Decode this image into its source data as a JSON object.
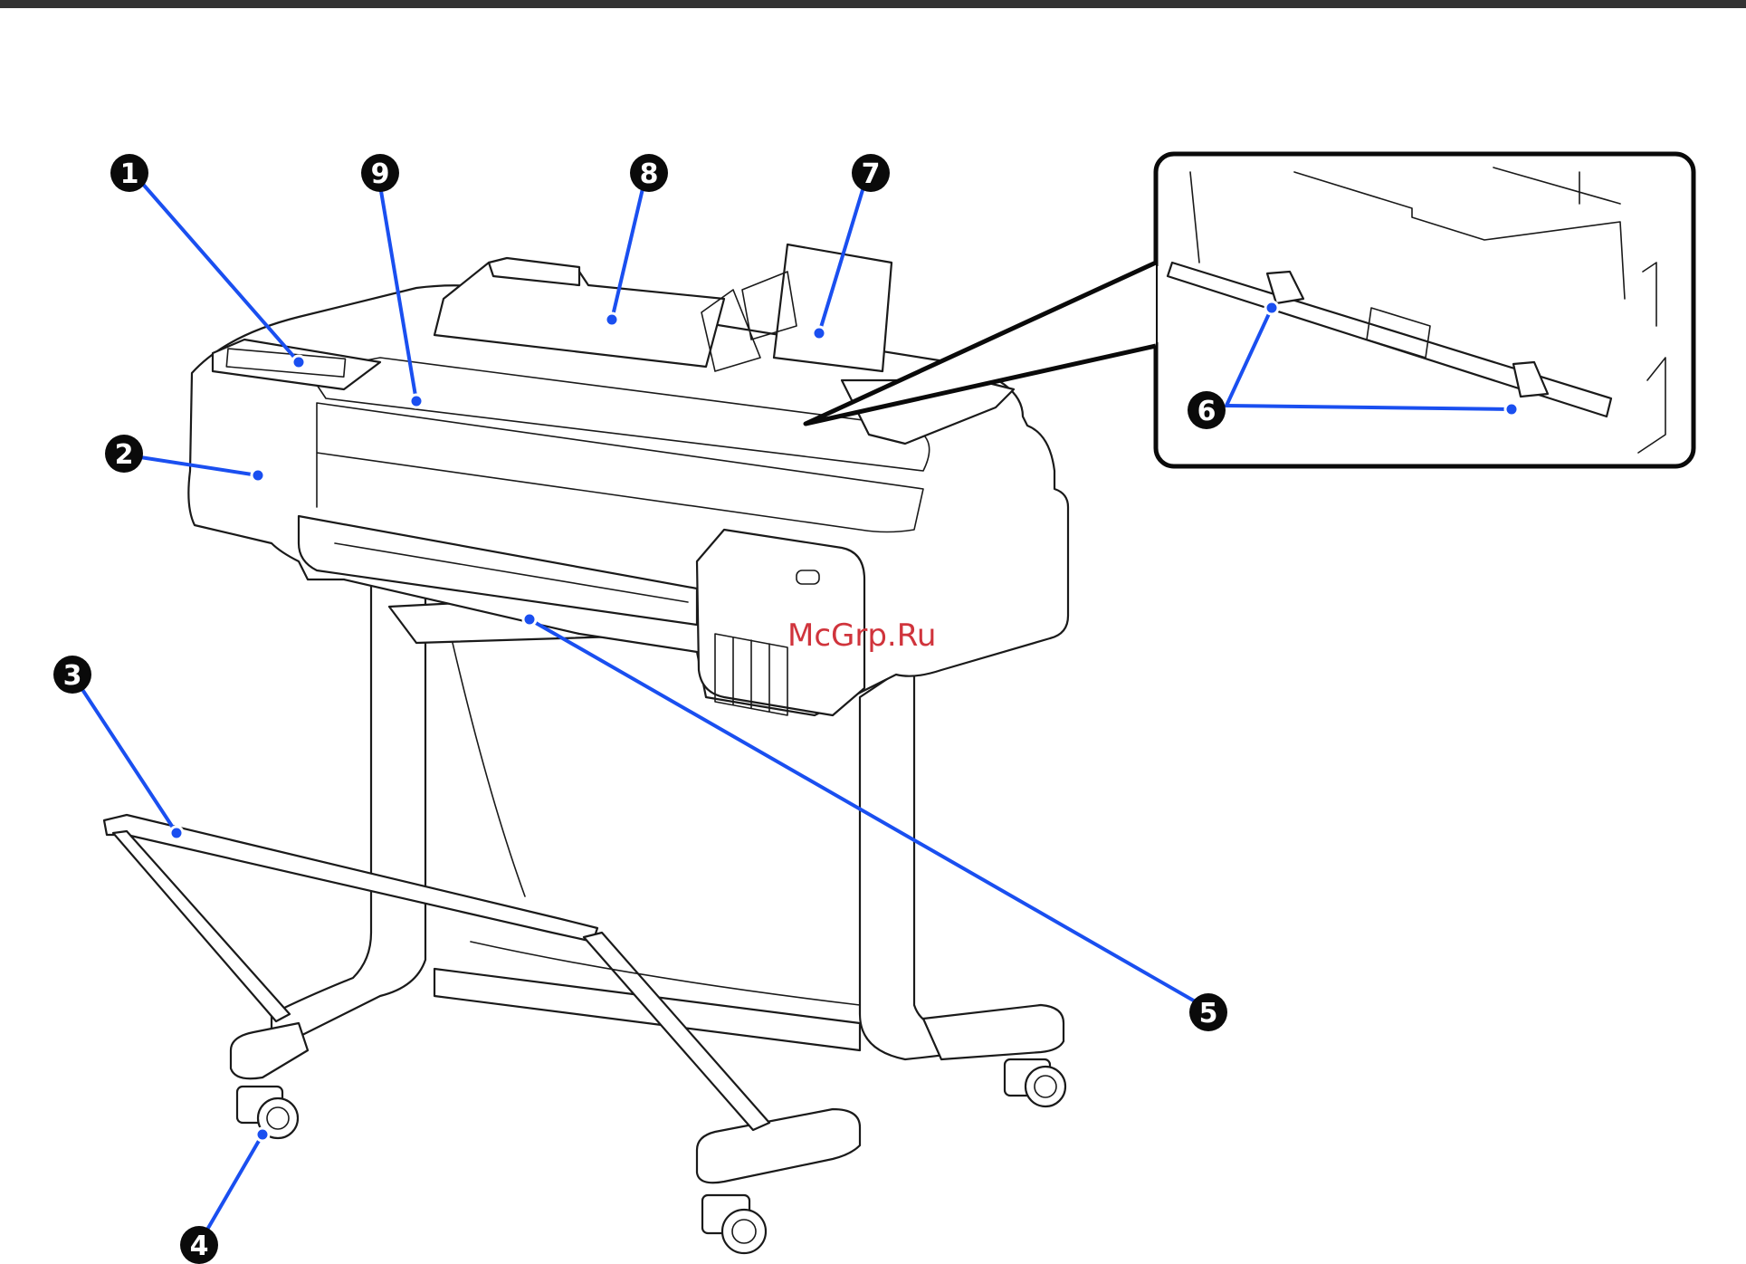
{
  "watermark": "McGrp.Ru",
  "callouts": [
    {
      "id": "1",
      "label": "1"
    },
    {
      "id": "2",
      "label": "2"
    },
    {
      "id": "3",
      "label": "3"
    },
    {
      "id": "4",
      "label": "4"
    },
    {
      "id": "5",
      "label": "5"
    },
    {
      "id": "6",
      "label": "6"
    },
    {
      "id": "7",
      "label": "7"
    },
    {
      "id": "8",
      "label": "8"
    },
    {
      "id": "9",
      "label": "9"
    }
  ],
  "colors": {
    "leader": "#1a4ff0",
    "badge": "#0a0a0a",
    "watermark": "#d0343c",
    "top_rule": "#333333"
  }
}
